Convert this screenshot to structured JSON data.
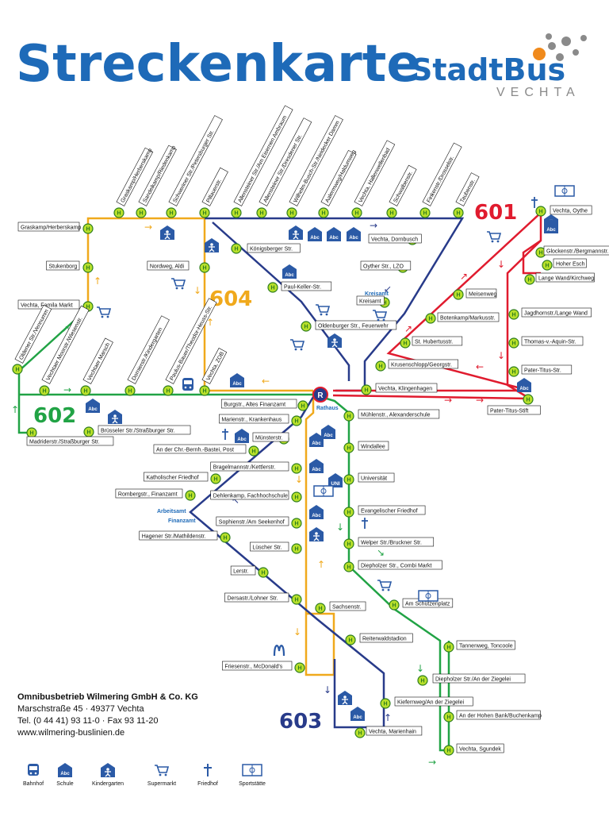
{
  "header": {
    "title": "Streckenkarte",
    "logo_main": "StadtBus",
    "logo_sub": "VECHTA"
  },
  "colors": {
    "blue_brand": "#1e6ab8",
    "line_601": "#e01b2e",
    "line_602": "#21a345",
    "line_603": "#283b8a",
    "line_604": "#f0a91c",
    "stop_fill": "#b8e02a",
    "icon_blue": "#2b5aa6",
    "logo_grey": "#8a8a8a",
    "logo_orange": "#f08a1c"
  },
  "lines": [
    {
      "id": "601",
      "label": "601"
    },
    {
      "id": "602",
      "label": "602"
    },
    {
      "id": "603",
      "label": "603"
    },
    {
      "id": "604",
      "label": "604"
    }
  ],
  "center": {
    "marker": "R",
    "label": "Rathaus"
  },
  "places": {
    "kreisamt": "Kreisamt",
    "arbeitsamt": "Arbeitsamt",
    "finanzamt": "Finanzamt"
  },
  "top_stops": [
    "Graskamp/Herberskamp",
    "Sandeikamp/Riedenkamp",
    "Schweriner Str./Petersburger Str.",
    "Pillauerstr.",
    "Allensteiner Str./Am Eisernen Ambraum",
    "Allensteiner Str./Dresdener Str.",
    "Wilhelm-Busch-Str./Neidecker Damm",
    "Aalermweg/Haldumweg",
    "Vechta, Hallenwellenbad",
    "Schwalbenstr.",
    "Finkenstr./Drosselstr.",
    "Taubenstr."
  ],
  "west_stops": [
    "Graskamp/Herberskamp",
    "Stukenborg",
    "Vechta, Famila Markt",
    "Oldener Str./Vennumm",
    "Vechtaer Moorstr./Wiesenstr.",
    "Vechtaer Marsch",
    "Dornierstr./Kindergarten",
    "Paulus-Bauer/Theodor-Heuss-Str.",
    "Vechta, ZOB"
  ],
  "mid_stops": [
    "Nordweg, Aldi",
    "Königsberger Str.",
    "Paul-Keller-Str.",
    "Oldenburger Str., Feuerwehr",
    "Vechta, Dornbusch",
    "Oyther Str., LZO",
    "Kreisamt"
  ],
  "east_stops": [
    "Vechta, Oythe",
    "Glockenstr./Bergmannstr.",
    "Hoher Esch",
    "Lange Wand/Kirchweg",
    "Meisenweg",
    "Botenkamp/Markusstr.",
    "Jagdhornstr./Lange Wand",
    "St. Hubertusstr.",
    "Thomas-v.-Aquin-Str.",
    "Krusenschlopp/Georgstr.",
    "Pater-Titus-Str.",
    "Vechta, Klingenhagen",
    "Pater-Titus-Stift"
  ],
  "south_stops": [
    "Burgstr., Altes Finanzamt",
    "Marienstr., Krankenhaus",
    "Mühlenstr., Alexanderschule",
    "Münsterstr.",
    "An der Chr.-Bernh.-Bastei, Post",
    "Windallee",
    "Bragelmannstr./Kettlerstr.",
    "Katholischer Friedhof",
    "Universität",
    "Rombergstr., Finanzamt",
    "Dehlenkamp, Fachhochschule",
    "Evangelischer Friedhof",
    "Sophienstr./Am Seekenhof",
    "Hagener Str./Mathildenstr.",
    "Welper Str./Bruckner Str.",
    "Lüscher Str.",
    "Diepholzer Str., Combi Markt",
    "Lerstr.",
    "Dersastr./Lohner Str.",
    "Am Schützenplatz",
    "Sachsenstr.",
    "Reiterwaldstadion",
    "Tannenweg, Toncoole",
    "Friesenstr., McDonald's",
    "Diepholzer Str./An der Ziegelei",
    "Kiefernweg/An der Ziegelei",
    "An der Hohen Bank/Buchenkamp",
    "Vechta, Marienhain",
    "Vechta, Sgundek",
    "Brüsseler Str./Straßburger Str.",
    "Madriderstr./Straßburger Str."
  ],
  "company": {
    "name": "Omnibusbetrieb Wilmering GmbH & Co. KG",
    "address": "Marschstraße 45 · 49377 Vechta",
    "phone": "Tel. (0 44 41) 93 11-0 · Fax 93 11-20",
    "web": "www.wilmering-buslinien.de"
  },
  "legend": [
    {
      "icon": "bus-icon",
      "label": "Bahnhof"
    },
    {
      "icon": "school-icon",
      "label": "Schule"
    },
    {
      "icon": "kindergarten-icon",
      "label": "Kindergarten"
    },
    {
      "icon": "supermarket-icon",
      "label": "Supermarkt"
    },
    {
      "icon": "cross-icon",
      "label": "Friedhof"
    },
    {
      "icon": "sports-field-icon",
      "label": "Sportstätte"
    }
  ],
  "icon_text": {
    "school": "Abc",
    "uni": "UNI",
    "stop": "H"
  }
}
